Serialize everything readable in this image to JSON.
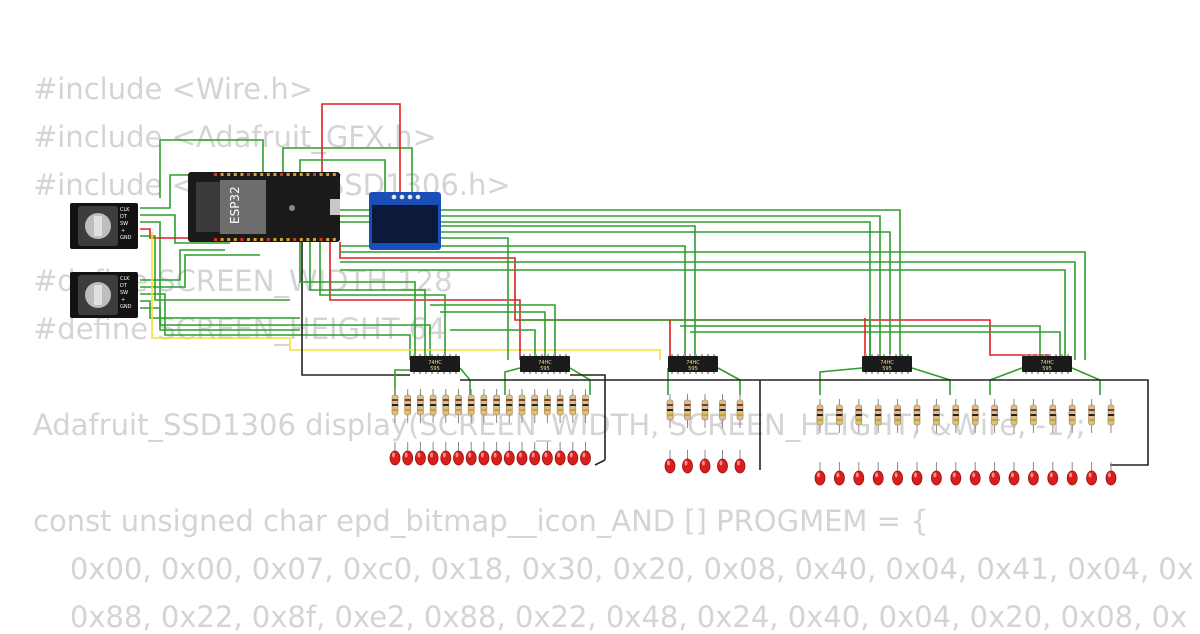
{
  "code_lines": [
    "#include <Wire.h>",
    "#include <Adafruit_GFX.h>",
    "#include <Adafruit_SSD1306.h>",
    "",
    "#define SCREEN_WIDTH 128",
    "#define SCREEN_HEIGHT 64",
    "",
    "Adafruit_SSD1306 display(SCREEN_WIDTH, SCREEN_HEIGHT, &Wire, -1);",
    "",
    "const unsigned char epd_bitmap__icon_AND [] PROGMEM = {",
    "    0x00, 0x00, 0x07, 0xc0, 0x18, 0x30, 0x20, 0x08, 0x40, 0x04, 0x41, 0x04, 0x",
    "    0x88, 0x22, 0x8f, 0xe2, 0x88, 0x22, 0x48, 0x24, 0x40, 0x04, 0x20, 0x08, 0x"
  ],
  "esp32": {
    "label": "ESP32"
  },
  "encoders": [
    {
      "pins": [
        "CLK",
        "DT",
        "SW",
        "+",
        "GND"
      ]
    },
    {
      "pins": [
        "CLK",
        "DT",
        "SW",
        "+",
        "GND"
      ]
    }
  ],
  "shift_registers": [
    {
      "line1": "74HC",
      "line2": "595"
    },
    {
      "line1": "74HC",
      "line2": "595"
    },
    {
      "line1": "74HC",
      "line2": "595"
    },
    {
      "line1": "74HC",
      "line2": "595"
    },
    {
      "line1": "74HC",
      "line2": "595"
    }
  ],
  "led_groups": [
    {
      "count": 16,
      "color": "red"
    },
    {
      "count": 5,
      "color": "red"
    },
    {
      "count": 16,
      "color": "red"
    }
  ],
  "colors": {
    "code_text": "#d4d4d4",
    "wire_green": "#2e9e2e",
    "wire_red": "#e02020",
    "wire_yellow": "#f2e03a",
    "wire_black": "#222222",
    "board": "#1a1a1a",
    "oled_screen": "#1b3fae",
    "led": "#d91e1e",
    "resistor": "#d7bf92"
  }
}
